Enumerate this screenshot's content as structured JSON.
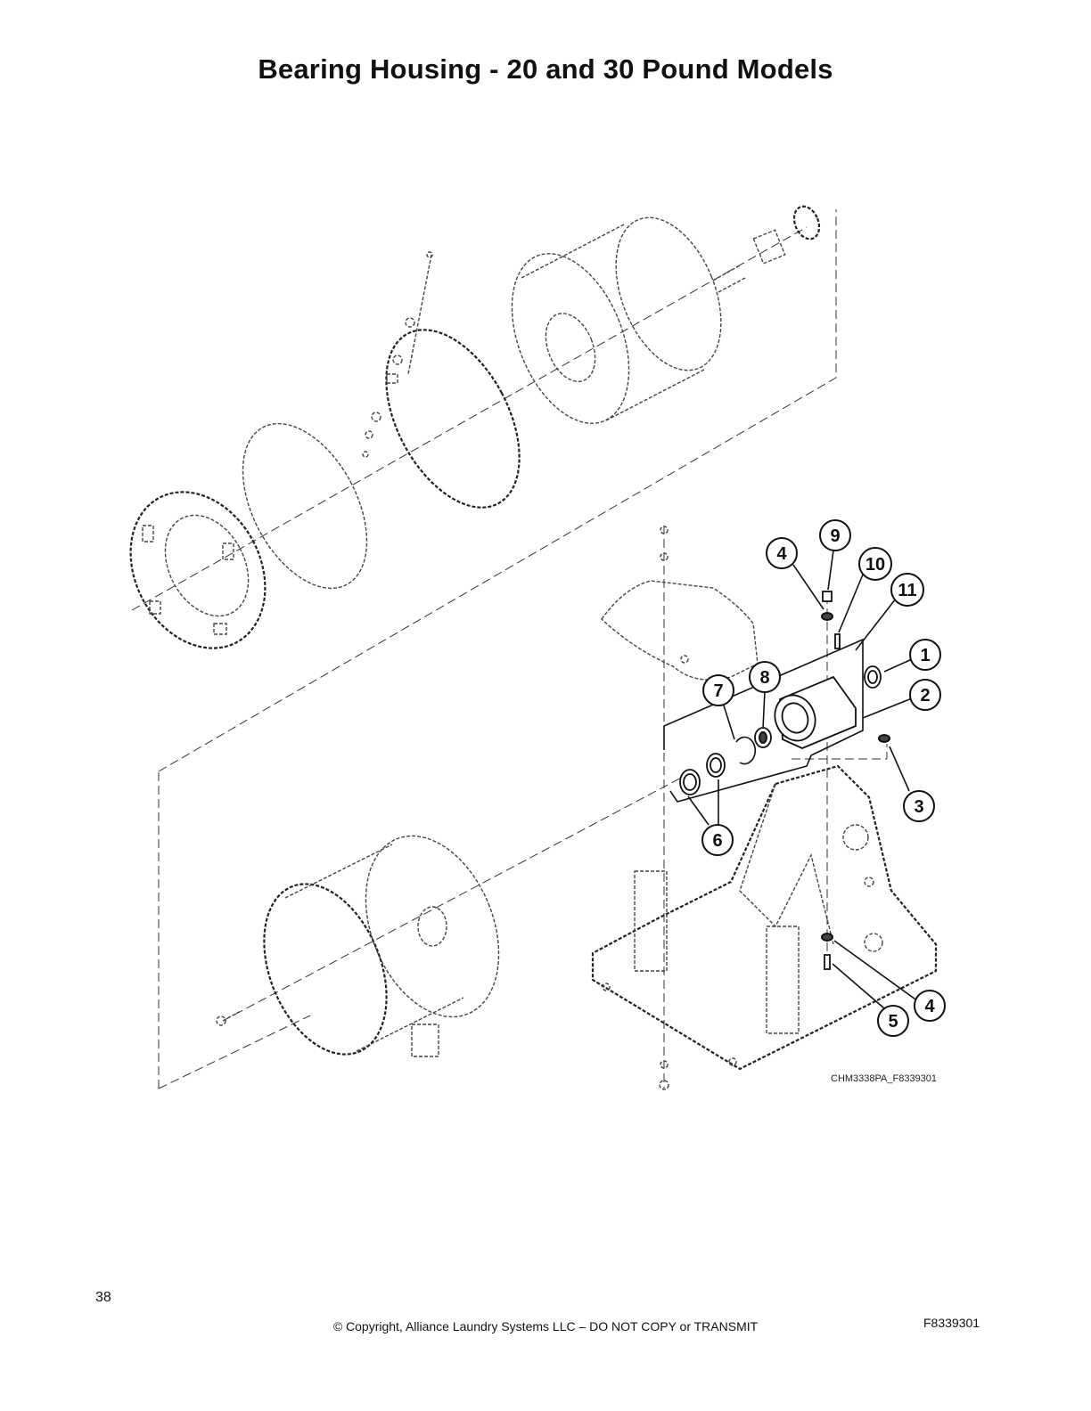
{
  "page": {
    "title": "Bearing Housing - 20 and 30 Pound Models",
    "drawing_id": "CHM3338PA_F8339301",
    "footer": {
      "page_number": "38",
      "copyright": "© Copyright, Alliance Laundry Systems LLC – DO NOT COPY or TRANSMIT",
      "document_number": "F8339301"
    }
  },
  "callouts": {
    "c1": "1",
    "c2": "2",
    "c3": "3",
    "c4_top": "4",
    "c4_bottom": "4",
    "c5": "5",
    "c6": "6",
    "c7": "7",
    "c8": "8",
    "c9": "9",
    "c10": "10",
    "c11": "11"
  }
}
